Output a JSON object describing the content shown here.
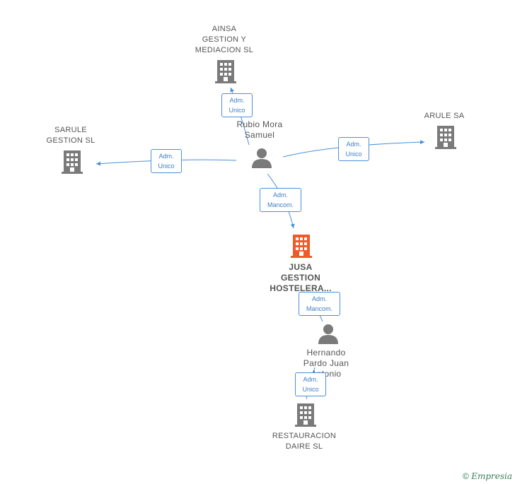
{
  "colors": {
    "building": "#7a7a7a",
    "focus_building": "#f05a28",
    "person": "#7a7a7a",
    "edge": "#4a90d9"
  },
  "nodes": {
    "ainsa": {
      "label": "AINSA\nGESTION Y\nMEDIACION  SL",
      "icon": "building-icon"
    },
    "arule": {
      "label": "ARULE SA",
      "icon": "building-icon"
    },
    "sarule": {
      "label": "SARULE\nGESTION  SL",
      "icon": "building-icon"
    },
    "rubio": {
      "label": "Rubio Mora\nSamuel",
      "icon": "person-icon"
    },
    "jusa": {
      "label": "JUSA\nGESTION\nHOSTELERA...",
      "icon": "building-icon"
    },
    "hernando": {
      "label": "Hernando\nPardo Juan\nAntonio",
      "icon": "person-icon"
    },
    "restauracion": {
      "label": "RESTAURACION\nDAIRE  SL",
      "icon": "building-icon"
    }
  },
  "relations": {
    "r_ainsa": {
      "line1": "Adm.",
      "line2": "Unico"
    },
    "r_arule": {
      "line1": "Adm.",
      "line2": "Unico"
    },
    "r_sarule": {
      "line1": "Adm.",
      "line2": "Unico"
    },
    "r_jusa": {
      "line1": "Adm.",
      "line2": "Mancom."
    },
    "r_hernando": {
      "line1": "Adm.",
      "line2": "Mancom."
    },
    "r_restauracion": {
      "line1": "Adm.",
      "line2": "Unico"
    }
  },
  "footer": {
    "copyright": "©",
    "brand": "Empresia"
  }
}
